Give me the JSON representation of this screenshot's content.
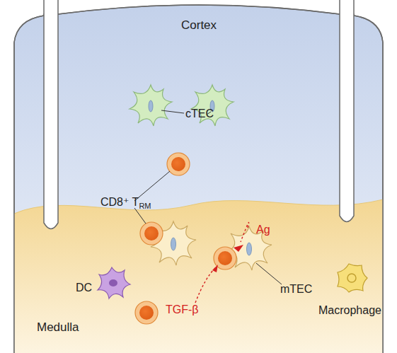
{
  "diagram": {
    "nodes": [
      {
        "text": [
          "Cortex"
        ]
      },
      {
        "text": [
          "Medulla"
        ]
      }
    ],
    "labels": [
      "cTEC",
      "CD8⁺ TRM",
      "DC",
      "TGF-β",
      "Ag",
      "mTEC",
      "Macrophage"
    ]
  }
}
